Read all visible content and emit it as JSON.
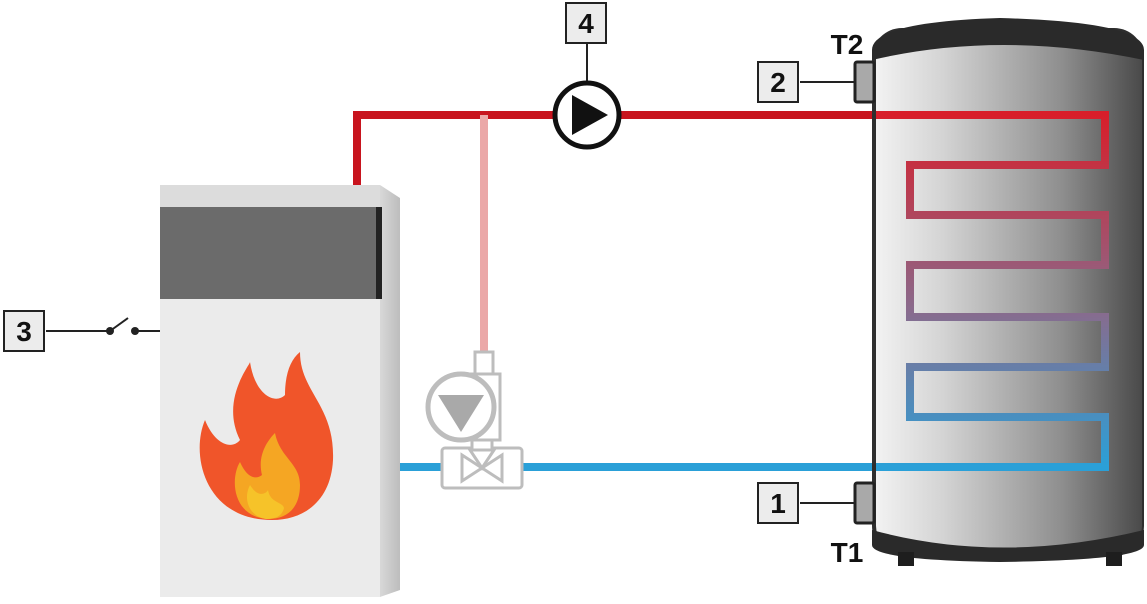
{
  "labels": {
    "box1": "1",
    "box2": "2",
    "box3": "3",
    "box4": "4",
    "sensor_top": "T2",
    "sensor_bottom": "T1"
  },
  "colors": {
    "hot_pipe": "#c8141e",
    "cold_pipe": "#2aa0d8",
    "bypass_pipe": "#eba8a8",
    "boiler_body": "#ececec",
    "boiler_panel": "#6b6b6b",
    "flame_outer": "#f0552a",
    "flame_inner": "#f5a623",
    "tank_dark": "#3a3a3a"
  },
  "components": {
    "heat_source": "boiler-with-flame",
    "storage": "hot-water-tank-with-coil",
    "circulation_pump": "pump-4",
    "mixing_unit": "pump-with-valve",
    "controller_switch": "switch-3"
  }
}
